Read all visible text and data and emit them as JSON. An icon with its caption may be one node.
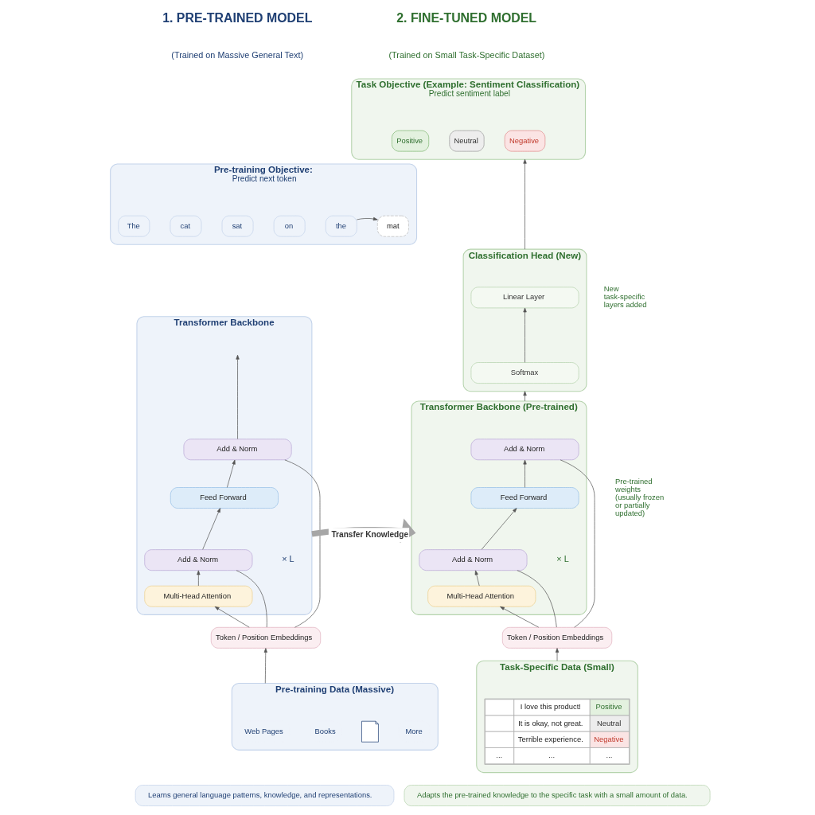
{
  "diagram": {
    "nodes": [
      {
        "text": [
          "Pre-training Objective:",
          "Predict next token"
        ]
      },
      {
        "text": [
          "The"
        ],
        "in": 0
      },
      {
        "text": [
          "cat"
        ],
        "in": 0
      },
      {
        "text": [
          "sat"
        ],
        "in": 0
      },
      {
        "text": [
          "on"
        ],
        "in": 0
      },
      {
        "text": [
          "the"
        ],
        "in": 0
      },
      {
        "text": [
          "mat"
        ],
        "in": 0
      },
      {
        "text": [
          "Transformer Backbone"
        ],
        "beside": [
          "× L"
        ]
      },
      {
        "text": [
          "Add & Norm"
        ],
        "in": 7
      },
      {
        "text": [
          "Feed Forward"
        ],
        "in": 7
      },
      {
        "text": [
          "Add & Norm"
        ],
        "in": 7
      },
      {
        "text": [
          "Multi-Head Attention"
        ],
        "in": 7
      },
      {
        "text": [
          "Token / Position Embeddings"
        ]
      },
      {
        "text": [
          "Pre-training Data (Massive)"
        ]
      },
      {
        "text": [
          "Web Pages"
        ],
        "in": 13
      },
      {
        "text": [
          "Books"
        ],
        "in": 13
      },
      {
        "text": [],
        "shape": "document",
        "in": 13
      },
      {
        "text": [
          "More"
        ],
        "in": 13
      },
      {
        "text": [
          "Learns general language patterns, knowledge, and representations."
        ]
      },
      {
        "text": [
          "Task Objective (Example: Sentiment Classification)",
          "Predict sentiment label"
        ]
      },
      {
        "text": [
          "Positive"
        ],
        "in": 19
      },
      {
        "text": [
          "Neutral"
        ],
        "in": 19
      },
      {
        "text": [
          "Negative"
        ],
        "in": 19
      },
      {
        "text": [
          "Classification Head (New)"
        ],
        "beside": [
          "New task-specific layers added"
        ]
      },
      {
        "text": [
          "Linear Layer"
        ],
        "in": 23
      },
      {
        "text": [
          "Softmax"
        ],
        "in": 23
      },
      {
        "text": [
          "Transformer Backbone (Pre-trained)"
        ],
        "beside": [
          "× L",
          "Pre-trained weights (usually frozen or partially updated)"
        ]
      },
      {
        "text": [
          "Add & Norm"
        ],
        "in": 26
      },
      {
        "text": [
          "Feed Forward"
        ],
        "in": 26
      },
      {
        "text": [
          "Add & Norm"
        ],
        "in": 26
      },
      {
        "text": [
          "Multi-Head Attention"
        ],
        "in": 26
      },
      {
        "text": [
          "Token / Position Embeddings"
        ]
      },
      {
        "text": [
          "Task-Specific Data (Small)"
        ]
      },
      {
        "text": [
          "I love this product!",
          "Positive",
          "It is okay, not great.",
          "Neutral",
          "Terrible experience.",
          "Negative",
          "...",
          "...",
          "..."
        ],
        "in": 32
      },
      {
        "text": [
          "Adapts the pre-trained knowledge to the specific task with a small amount of data."
        ]
      }
    ],
    "edges": [
      {
        "from": 5,
        "to": 6,
        "arrow": "to"
      },
      {
        "from": 12,
        "to": 11,
        "arrow": "to"
      },
      {
        "from": 11,
        "to": 10,
        "arrow": "to"
      },
      {
        "from": 10,
        "to": 9,
        "arrow": "to"
      },
      {
        "from": 9,
        "to": 8,
        "arrow": "to"
      },
      {
        "from": 8,
        "to": null,
        "arrow": "to"
      },
      {
        "from": 12,
        "to": 10,
        "arrow": "none"
      },
      {
        "from": 12,
        "to": 8,
        "arrow": "none"
      },
      {
        "from": 13,
        "to": 12,
        "arrow": "to"
      },
      {
        "from": 7,
        "to": 26,
        "arrow": "to",
        "label": "Transfer Knowledge",
        "style": "thick",
        "color": "#a6a6a6"
      },
      {
        "from": 32,
        "to": 31,
        "arrow": "to"
      },
      {
        "from": 31,
        "to": 30,
        "arrow": "to"
      },
      {
        "from": 30,
        "to": 29,
        "arrow": "to"
      },
      {
        "from": 29,
        "to": 28,
        "arrow": "to"
      },
      {
        "from": 28,
        "to": 27,
        "arrow": "to"
      },
      {
        "from": 31,
        "to": 29,
        "arrow": "none"
      },
      {
        "from": 31,
        "to": 27,
        "arrow": "none"
      },
      {
        "from": 26,
        "to": 23,
        "arrow": "to"
      },
      {
        "from": 25,
        "to": 24,
        "arrow": "to"
      },
      {
        "from": 23,
        "to": 19,
        "arrow": "to"
      }
    ],
    "labels": [
      "1. PRE-TRAINED MODEL",
      "(Trained on Massive General Text)",
      "2. FINE-TUNED MODEL",
      "(Trained on Small Task-Specific Dataset)"
    ]
  }
}
